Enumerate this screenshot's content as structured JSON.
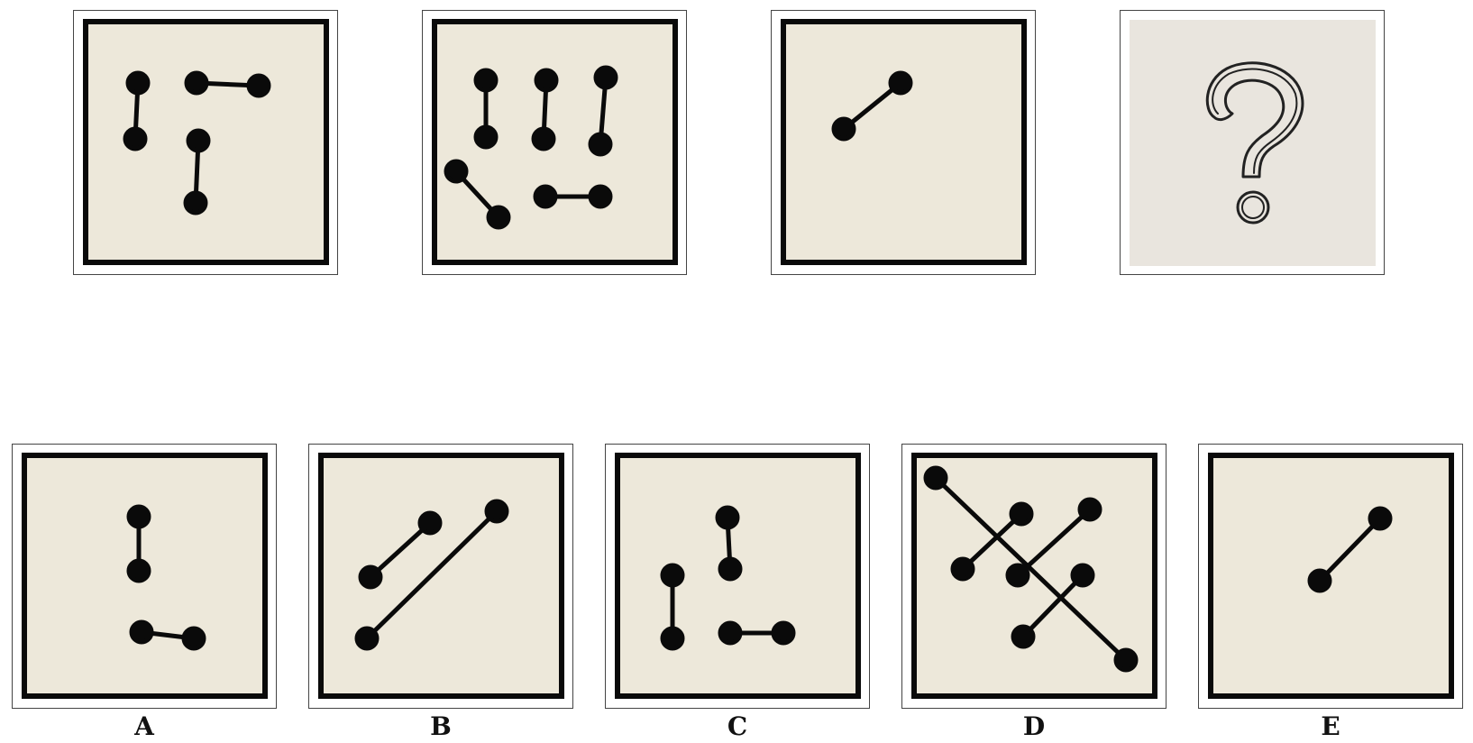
{
  "colors": {
    "paper": "#ede8da",
    "ink": "#0a0a0a",
    "unknown_bg": "#e9e5de"
  },
  "question_panels": [
    {
      "name": "sequence-panel-1",
      "segments": 3
    },
    {
      "name": "sequence-panel-2",
      "segments": 5
    },
    {
      "name": "sequence-panel-3",
      "segments": 1
    },
    {
      "name": "sequence-panel-unknown",
      "icon": "question-mark-icon"
    }
  ],
  "options": [
    {
      "label": "A",
      "segments": 2
    },
    {
      "label": "B",
      "segments": 2
    },
    {
      "label": "C",
      "segments": 3
    },
    {
      "label": "D",
      "segments": 4
    },
    {
      "label": "E",
      "segments": 1
    }
  ]
}
